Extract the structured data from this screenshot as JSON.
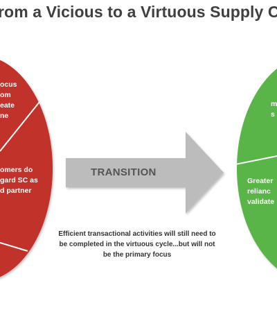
{
  "title": "rom a Vicious to a Virtuous Supply C",
  "left_circle": {
    "color": "#c0302c",
    "segments": [
      "ocus\nom\neate\nne",
      "omers do\ngard SC as\nd partner"
    ]
  },
  "right_circle": {
    "color": "#5ab54a",
    "segments": [
      "m\ns",
      "Greater\nrelianc\nvalidate"
    ]
  },
  "arrow": {
    "label": "TRANSITION",
    "color": "#bcbcbc"
  },
  "note": "Efficient transactional activities will still need to be completed in the virtuous cycle...but will not be the primary focus"
}
